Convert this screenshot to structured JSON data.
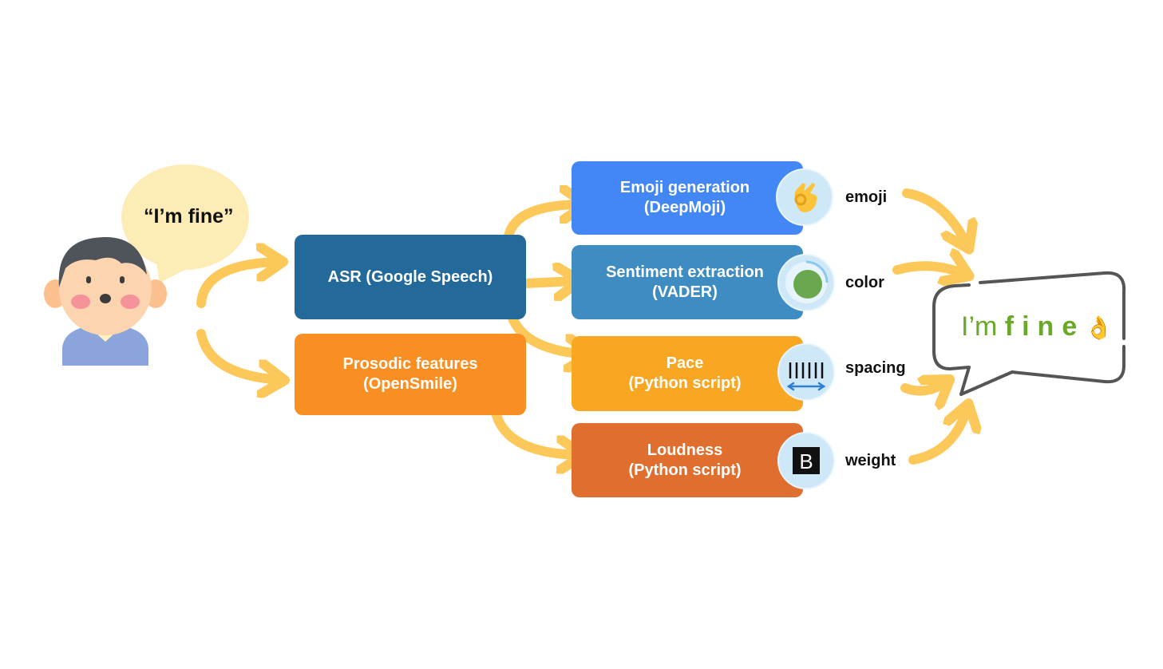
{
  "speaker": {
    "quote": "“I’m fine”"
  },
  "stage1": [
    {
      "id": "asr",
      "label_line1": "ASR (Google Speech)",
      "label_line2": "",
      "color": "#236a9a"
    },
    {
      "id": "prosodic",
      "label_line1": "Prosodic features",
      "label_line2": "(OpenSmile)",
      "color": "#f98e22"
    }
  ],
  "stage2": [
    {
      "id": "emoji",
      "label_line1": "Emoji generation",
      "label_line2": "(DeepMoji)",
      "color": "#4287f5",
      "feature": "emoji",
      "icon": "ok-hand-icon"
    },
    {
      "id": "sentiment",
      "label_line1": "Sentiment extraction",
      "label_line2": "(VADER)",
      "color": "#3f8cc2",
      "feature": "color",
      "icon": "green-circle-icon"
    },
    {
      "id": "pace",
      "label_line1": "Pace",
      "label_line2": "(Python script)",
      "color": "#f9a623",
      "feature": "spacing",
      "icon": "spacing-bars-icon"
    },
    {
      "id": "loudness",
      "label_line1": "Loudness",
      "label_line2": "(Python script)",
      "color": "#e06e2e",
      "feature": "weight",
      "icon": "bold-b-icon"
    }
  ],
  "output": {
    "prefix": "I’m",
    "word": "fine",
    "emoji": "👌",
    "text_color": "#6aa829"
  },
  "colors": {
    "arrow": "#fdc85a",
    "bubble": "#fdecb5"
  }
}
